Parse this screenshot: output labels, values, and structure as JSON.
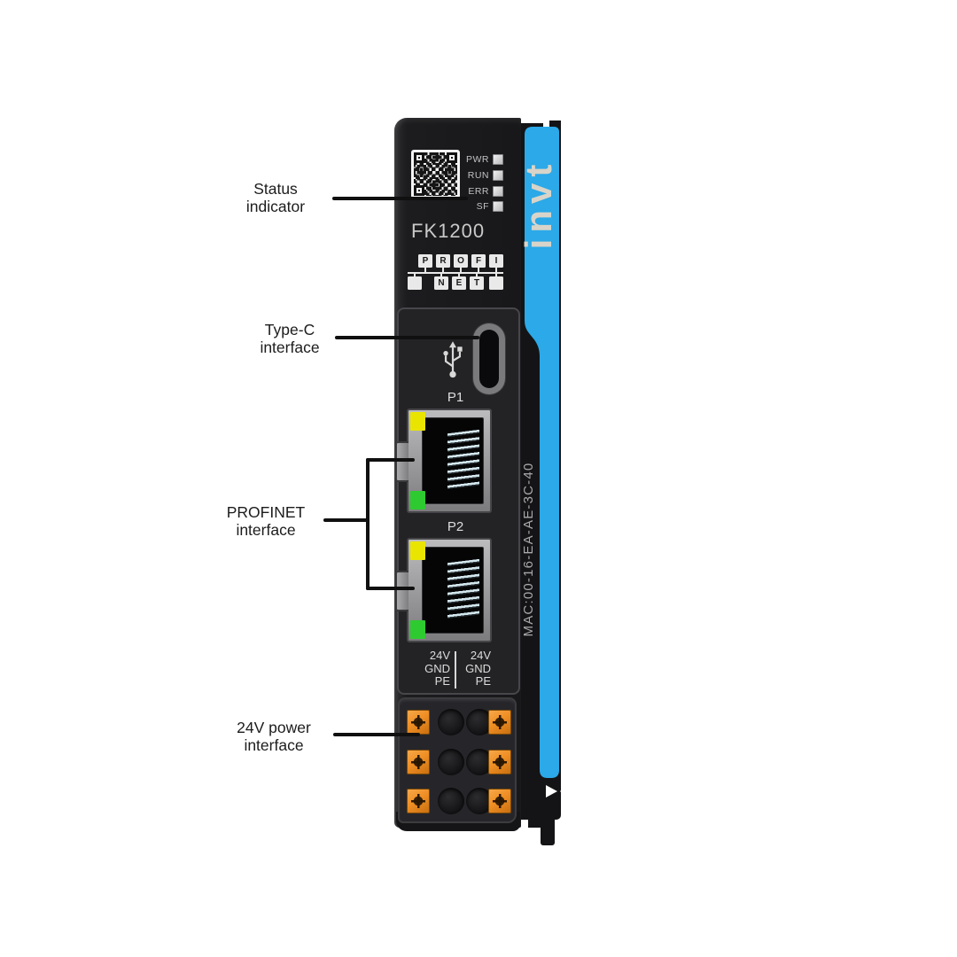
{
  "callouts": {
    "status": {
      "line1": "Status",
      "line2": "indicator"
    },
    "typec": {
      "line1": "Type-C",
      "line2": "interface"
    },
    "profinet": {
      "line1": "PROFINET",
      "line2": "interface"
    },
    "power": {
      "line1": "24V power",
      "line2": "interface"
    }
  },
  "device": {
    "brand": "invt",
    "model": "FK1200",
    "mac": "MAC:00-16-EA-AE-3C-40",
    "leds": [
      "PWR",
      "RUN",
      "ERR",
      "SF"
    ],
    "profinet_logo": {
      "top": [
        "P",
        "R",
        "O",
        "F",
        "I"
      ],
      "bottom": [
        "N",
        "E",
        "T"
      ]
    },
    "ports": {
      "p1": "P1",
      "p2": "P2"
    },
    "power_terminals": {
      "col1": [
        "24V",
        "GND",
        "PE"
      ],
      "col2": [
        "24V",
        "GND",
        "PE"
      ]
    }
  },
  "colors": {
    "accent_blue": "#2BA9E8",
    "terminal_orange": "#EE8F28",
    "led_yellow": "#E9E500",
    "led_green": "#2ECB30",
    "device_body": "#1C1C1E"
  }
}
